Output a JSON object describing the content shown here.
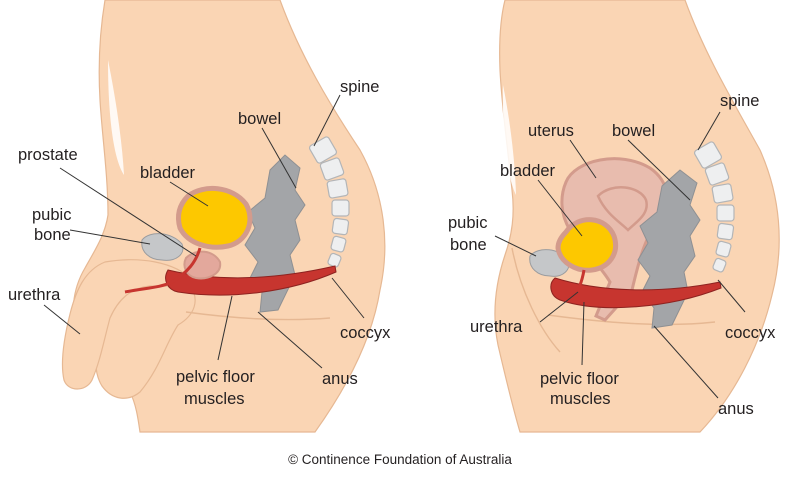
{
  "colors": {
    "skin": "#fad5b4",
    "skin_outline": "#e6b893",
    "bladder_fill": "#fdc800",
    "bladder_rim": "#d39b8c",
    "muscle": "#c7352f",
    "muscle_dark": "#8e2320",
    "bowel": "#a3a5a8",
    "bone": "#c5c7c9",
    "spine_fill": "#eeeff0",
    "uterus": "#d39b8c",
    "uterus_light": "#e8bcae",
    "prostate": "#e3a89c",
    "text": "#231f20"
  },
  "male": {
    "labels": {
      "prostate": "prostate",
      "bladder": "bladder",
      "bowel": "bowel",
      "spine": "spine",
      "pubic_bone": [
        "pubic",
        "bone"
      ],
      "urethra": "urethra",
      "coccyx": "coccyx",
      "anus": "anus",
      "pelvic_floor": [
        "pelvic floor",
        "muscles"
      ]
    }
  },
  "female": {
    "labels": {
      "uterus": "uterus",
      "bowel": "bowel",
      "spine": "spine",
      "bladder": "bladder",
      "pubic_bone": [
        "pubic",
        "bone"
      ],
      "urethra": "urethra",
      "coccyx": "coccyx",
      "pelvic_floor": [
        "pelvic floor",
        "muscles"
      ],
      "anus": "anus"
    }
  },
  "footer": {
    "credit": "© Continence Foundation of Australia"
  }
}
